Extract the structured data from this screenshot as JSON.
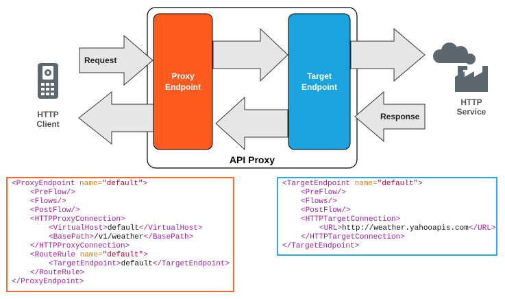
{
  "diagram": {
    "proxy_label": "API Proxy",
    "proxy_endpoint": [
      "Proxy",
      "Endpoint"
    ],
    "target_endpoint": [
      "Target",
      "Endpoint"
    ],
    "request_label": "Request",
    "response_label": "Response",
    "client_label": [
      "HTTP",
      "Client"
    ],
    "service_label": [
      "HTTP",
      "Service"
    ],
    "colors": {
      "proxy_endpoint": "#ff5a1f",
      "target_endpoint": "#1aa3dd",
      "proxy_code_border": "#ff6a2a",
      "target_code_border": "#2ea9df",
      "arrow_fill": "#e6e6e6",
      "icon": "#5d6770"
    }
  },
  "proxy_code": {
    "lines": [
      {
        "indent": 0,
        "parts": [
          [
            "tag",
            "<ProxyEndpoint "
          ],
          [
            "attr",
            "name="
          ],
          [
            "str",
            "\"default\""
          ],
          [
            "tag",
            ">"
          ]
        ]
      },
      {
        "indent": 1,
        "parts": [
          [
            "tag",
            "<PreFlow/>"
          ]
        ]
      },
      {
        "indent": 1,
        "parts": [
          [
            "tag",
            "<Flows/>"
          ]
        ]
      },
      {
        "indent": 1,
        "parts": [
          [
            "tag",
            "<PostFlow/>"
          ]
        ]
      },
      {
        "indent": 1,
        "parts": [
          [
            "tag",
            "<HTTPProxyConnection>"
          ]
        ]
      },
      {
        "indent": 2,
        "parts": [
          [
            "tag",
            "<VirtualHost>"
          ],
          [
            "txt",
            "default"
          ],
          [
            "tag",
            "</VirtualHost>"
          ]
        ]
      },
      {
        "indent": 2,
        "parts": [
          [
            "tag",
            "<BasePath>"
          ],
          [
            "txt",
            "/v1/weather"
          ],
          [
            "tag",
            "</BasePath>"
          ]
        ]
      },
      {
        "indent": 1,
        "parts": [
          [
            "tag",
            "</HTTPProxyConnection>"
          ]
        ]
      },
      {
        "indent": 1,
        "parts": [
          [
            "tag",
            "<RouteRule "
          ],
          [
            "attr",
            "name="
          ],
          [
            "str",
            "\"default\""
          ],
          [
            "tag",
            ">"
          ]
        ]
      },
      {
        "indent": 2,
        "parts": [
          [
            "tag",
            "<TargetEndpoint>"
          ],
          [
            "txt",
            "default"
          ],
          [
            "tag",
            "</TargetEndpoint>"
          ]
        ]
      },
      {
        "indent": 1,
        "parts": [
          [
            "tag",
            "</RouteRule>"
          ]
        ]
      },
      {
        "indent": 0,
        "parts": [
          [
            "tag",
            "</ProxyEndpoint>"
          ]
        ]
      }
    ]
  },
  "target_code": {
    "lines": [
      {
        "indent": 0,
        "parts": [
          [
            "tag",
            "<TargetEndpoint "
          ],
          [
            "attr",
            "name="
          ],
          [
            "str",
            "\"default\""
          ],
          [
            "tag",
            ">"
          ]
        ]
      },
      {
        "indent": 1,
        "parts": [
          [
            "tag",
            "<PreFlow/>"
          ]
        ]
      },
      {
        "indent": 1,
        "parts": [
          [
            "tag",
            "<Flows/>"
          ]
        ]
      },
      {
        "indent": 1,
        "parts": [
          [
            "tag",
            "<PostFlow/>"
          ]
        ]
      },
      {
        "indent": 1,
        "parts": [
          [
            "tag",
            "<HTTPTargetConnection>"
          ]
        ]
      },
      {
        "indent": 2,
        "parts": [
          [
            "tag",
            "<URL>"
          ],
          [
            "txt",
            "http://weather.yahooapis.com"
          ],
          [
            "tag",
            "</URL>"
          ]
        ]
      },
      {
        "indent": 1,
        "parts": [
          [
            "tag",
            "</HTTPTargetConnection>"
          ]
        ]
      },
      {
        "indent": 0,
        "parts": [
          [
            "tag",
            "</TargetEndpoint>"
          ]
        ]
      }
    ]
  }
}
